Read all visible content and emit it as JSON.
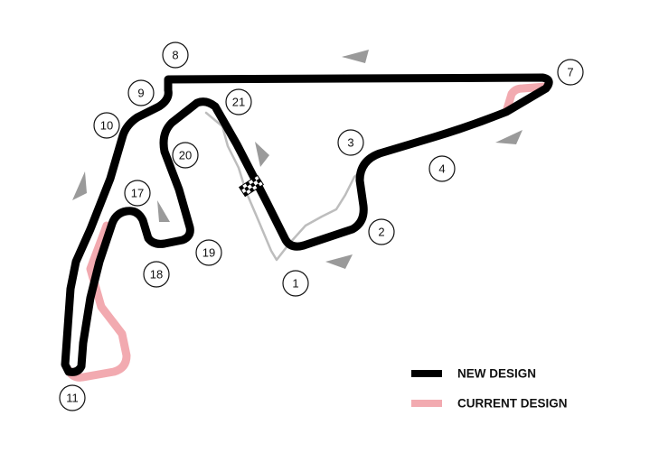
{
  "colors": {
    "new_design": "#000000",
    "current_design": "#f2aab0",
    "old_pitlane": "#bdbdbd",
    "direction_arrow": "#9a9a9a"
  },
  "corners": [
    "1",
    "2",
    "3",
    "4",
    "7",
    "8",
    "9",
    "10",
    "11",
    "17",
    "18",
    "19",
    "20",
    "21"
  ],
  "legend": {
    "new_design": "NEW DESIGN",
    "current_design": "CURRENT DESIGN"
  },
  "icons": {
    "start_finish": "checkered-flag-icon",
    "direction": "direction-arrow-icon"
  }
}
